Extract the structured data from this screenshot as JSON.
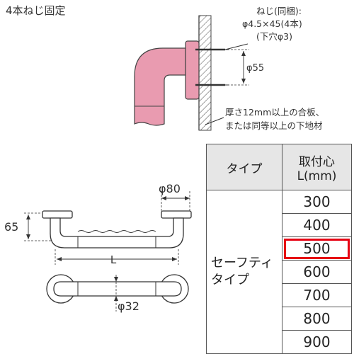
{
  "title": "4本ねじ固定",
  "screw_note": {
    "line1": "ねじ(同梱):",
    "line2": "φ4.5×45(4本)",
    "line3": "(下穴φ3)"
  },
  "dim_55": "φ55",
  "base_note": {
    "line1": "厚さ12mm以上の合板、",
    "line2": "または同等以上の下地材"
  },
  "dim_80": "φ80",
  "dim_65": "65",
  "dim_L": "L",
  "dim_32": "φ32",
  "table": {
    "header_type": "タイプ",
    "header_len_line1": "取付心",
    "header_len_line2": "L(mm)",
    "type_line1": "セーフティ",
    "type_line2": "タイプ",
    "lengths": [
      "300",
      "400",
      "500",
      "600",
      "700",
      "800",
      "900"
    ],
    "highlighted": "500"
  },
  "colors": {
    "grip": "#e99bb0",
    "highlight": "#e60012"
  }
}
